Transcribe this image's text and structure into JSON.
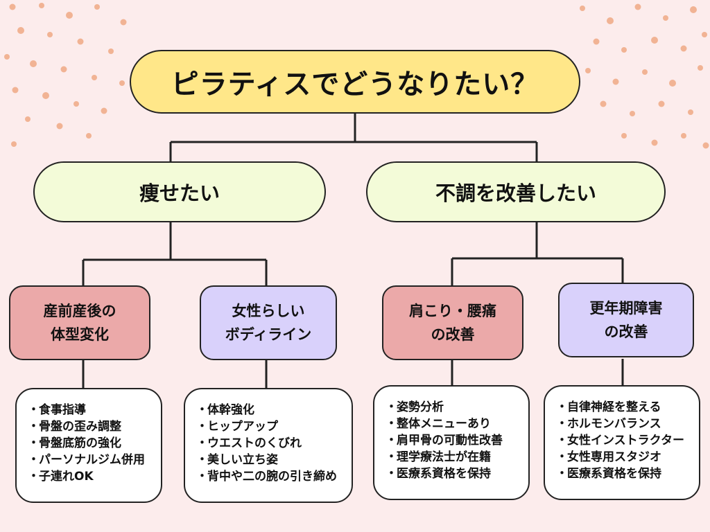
{
  "diagram": {
    "root": {
      "label": "ピラティスでどうなりたい？"
    },
    "branches": [
      {
        "label": "痩せたい",
        "children": [
          {
            "label": "産前産後の\n体型変化",
            "color": "#eba9a9",
            "items": [
              "食事指導",
              "骨盤の歪み調整",
              "骨盤底筋の強化",
              "パーソナルジム併用",
              "子連れOK"
            ]
          },
          {
            "label": "女性らしい\nボディライン",
            "color": "#d9d1fb",
            "items": [
              "体幹強化",
              "ヒップアップ",
              "ウエストのくびれ",
              "美しい立ち姿",
              "背中や二の腕の引き締め"
            ]
          }
        ]
      },
      {
        "label": "不調を改善したい",
        "children": [
          {
            "label": "肩こり・腰痛\nの改善",
            "color": "#eba9a9",
            "items": [
              "姿勢分析",
              "整体メニューあり",
              "肩甲骨の可動性改善",
              "理学療法士が在籍",
              "医療系資格を保持"
            ]
          },
          {
            "label": "更年期障害\nの改善",
            "color": "#d9d1fb",
            "items": [
              "自律神経を整える",
              "ホルモンバランス",
              "女性インストラクター",
              "女性専用スタジオ",
              "医療系資格を保持"
            ]
          }
        ]
      }
    ],
    "bullet": "・",
    "colors": {
      "root": "#ffe789",
      "branch": "#f3fbd8",
      "background": "#fcecec",
      "dots": "#f1b394"
    }
  }
}
